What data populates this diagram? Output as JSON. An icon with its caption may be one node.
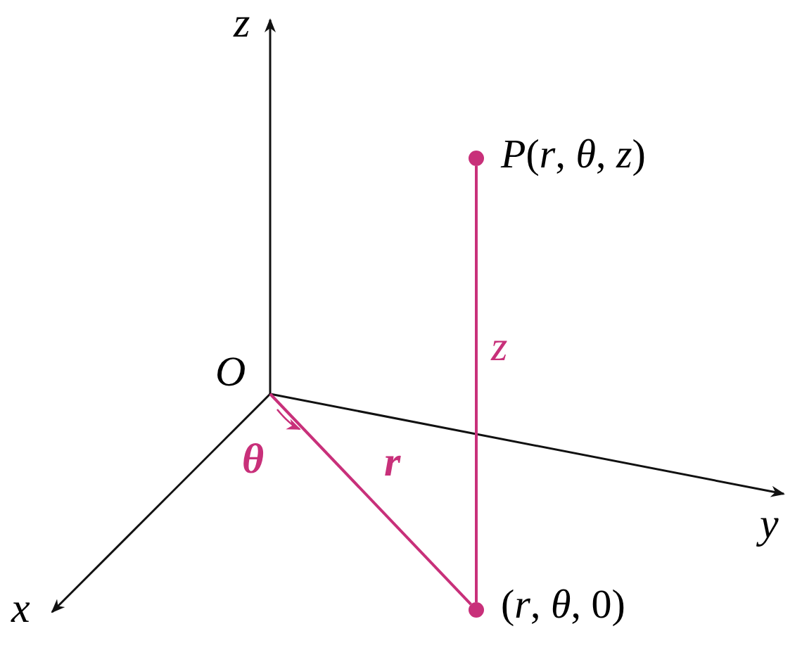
{
  "diagram": {
    "nodes": [
      {
        "text": [
          "O"
        ]
      },
      {
        "text": [],
        "shape": "circle",
        "beside": [
          "*P*(*r*, *θ*, *z*)"
        ]
      },
      {
        "text": [],
        "shape": "circle",
        "beside": [
          "(*r*, *θ*, 0)"
        ]
      }
    ],
    "edges": [
      {
        "from": 1,
        "to": 2,
        "arrow": "none",
        "label": "z"
      },
      {
        "from": 0,
        "to": 2,
        "arrow": "none",
        "label": "r"
      }
    ],
    "labels": [
      "z",
      "x",
      "y",
      "θ"
    ]
  }
}
